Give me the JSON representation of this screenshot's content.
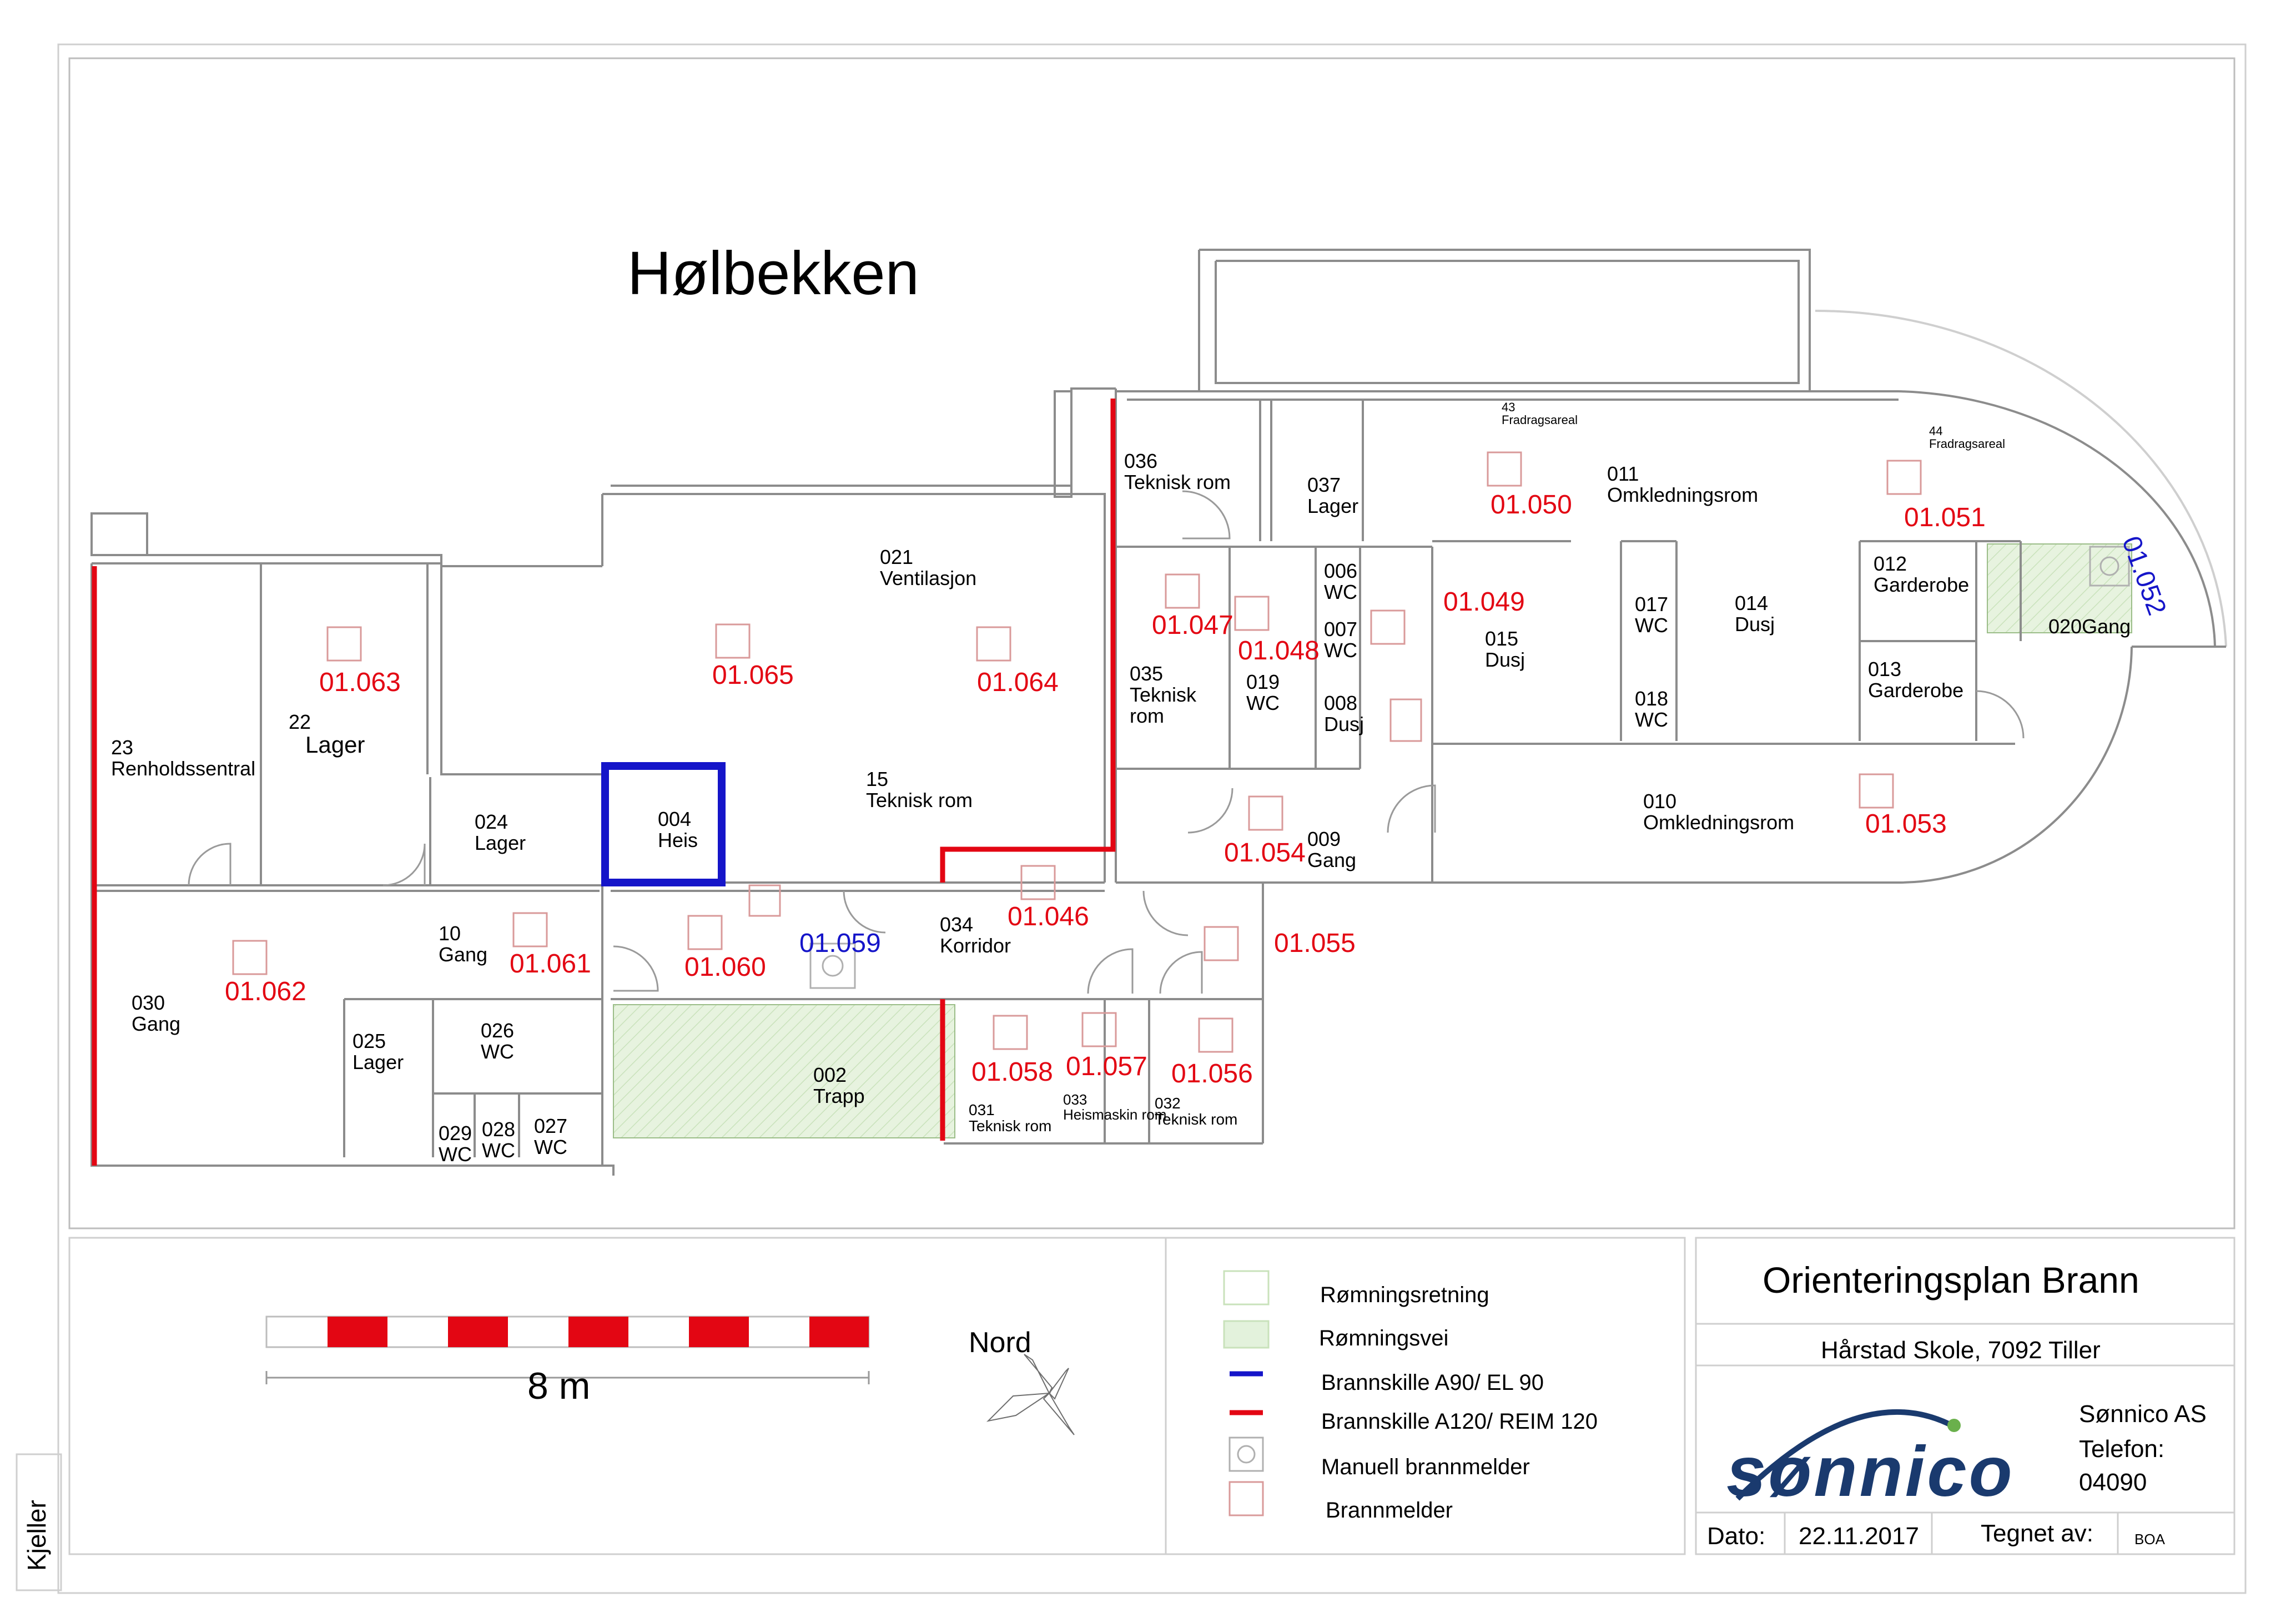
{
  "plan": {
    "building_name": "Hølbekken",
    "floor_label": "Kjeller",
    "rooms": [
      {
        "num": "021",
        "name": "Ventilasjon"
      },
      {
        "num": "23",
        "name": "Renholdssentral"
      },
      {
        "num": "22",
        "name": "Lager"
      },
      {
        "num": "024",
        "name": "Lager"
      },
      {
        "num": "004",
        "name": "Heis"
      },
      {
        "num": "15",
        "name": "Teknisk rom"
      },
      {
        "num": "10",
        "name": "Gang"
      },
      {
        "num": "030",
        "name": "Gang"
      },
      {
        "num": "025",
        "name": "Lager"
      },
      {
        "num": "026",
        "name": "WC"
      },
      {
        "num": "029",
        "name": "WC"
      },
      {
        "num": "028",
        "name": "WC"
      },
      {
        "num": "027",
        "name": "WC"
      },
      {
        "num": "002",
        "name": "Trapp"
      },
      {
        "num": "034",
        "name": "Korridor"
      },
      {
        "num": "031",
        "name": "Teknisk rom"
      },
      {
        "num": "033",
        "name": "Heismaskin rom"
      },
      {
        "num": "032",
        "name": "Teknisk rom"
      },
      {
        "num": "036",
        "name": "Teknisk rom"
      },
      {
        "num": "037",
        "name": "Lager"
      },
      {
        "num": "035",
        "name": "Teknisk rom"
      },
      {
        "num": "019",
        "name": "WC"
      },
      {
        "num": "006",
        "name": "WC"
      },
      {
        "num": "007",
        "name": "WC"
      },
      {
        "num": "008",
        "name": "Dusj"
      },
      {
        "num": "009",
        "name": "Gang"
      },
      {
        "num": "015",
        "name": "Dusj"
      },
      {
        "num": "011",
        "name": "Omkledningsrom"
      },
      {
        "num": "017",
        "name": "WC"
      },
      {
        "num": "018",
        "name": "WC"
      },
      {
        "num": "014",
        "name": "Dusj"
      },
      {
        "num": "012",
        "name": "Garderobe"
      },
      {
        "num": "013",
        "name": "Garderobe"
      },
      {
        "num": "020",
        "name": "Gang"
      },
      {
        "num": "010",
        "name": "Omkledningsrom"
      },
      {
        "num": "43",
        "name": "Fradragsareal"
      },
      {
        "num": "44",
        "name": "Fradragsareal"
      }
    ],
    "zones": [
      "01.063",
      "01.065",
      "01.064",
      "01.062",
      "01.061",
      "01.060",
      "01.059",
      "01.046",
      "01.055",
      "01.058",
      "01.057",
      "01.056",
      "01.047",
      "01.048",
      "01.049",
      "01.050",
      "01.051",
      "01.052",
      "01.053",
      "01.054"
    ]
  },
  "scale": {
    "label": "8 m"
  },
  "compass": {
    "label": "Nord"
  },
  "legend": {
    "items": [
      {
        "label": "Rømningsretning",
        "icon": "escape-direction-icon"
      },
      {
        "label": "Rømningsvei",
        "icon": "escape-route-swatch"
      },
      {
        "label": "Brannskille A90/ EL 90",
        "icon": "blue-line",
        "color": "#1515c9"
      },
      {
        "label": "Brannskille A120/ REIM 120",
        "icon": "red-line",
        "color": "#e30613"
      },
      {
        "label": "Manuell brannmelder",
        "icon": "manual-call-point-icon"
      },
      {
        "label": "Brannmelder",
        "icon": "smoke-detector-icon"
      }
    ]
  },
  "titleblock": {
    "title": "Orienteringsplan Brann",
    "address": "Hårstad Skole, 7092 Tiller",
    "logo_text": "sønnico",
    "company": "Sønnico AS",
    "phone_label": "Telefon:",
    "phone": "04090",
    "date_label": "Dato:",
    "date": "22.11.2017",
    "drawn_label": "Tegnet av:",
    "drawn_by": "BOA"
  },
  "colors": {
    "fire_a90": "#1515c9",
    "fire_a120": "#e30613",
    "escape_route": "#e3f2dc",
    "walls": "#8c8c8c"
  }
}
